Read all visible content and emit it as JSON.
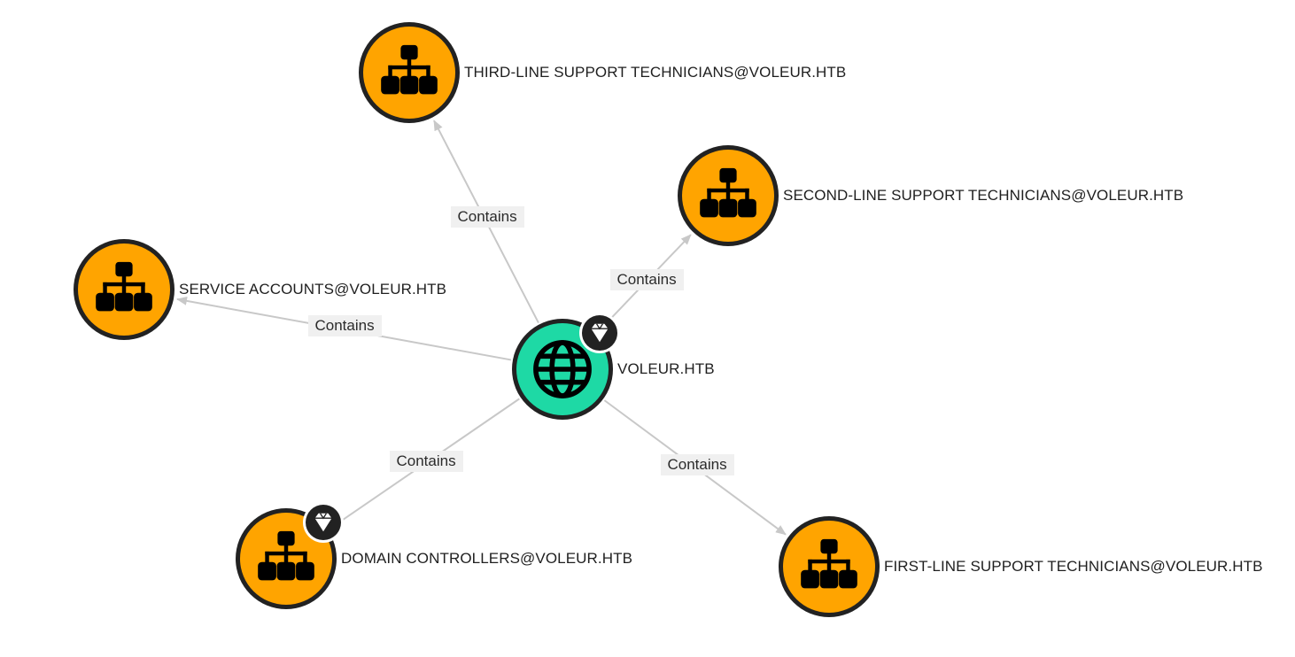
{
  "graph": {
    "colors": {
      "group_fill": "#FFA400",
      "domain_fill": "#1ED9A5",
      "node_border": "#222222",
      "edge": "#C8C8C8",
      "badge_fill": "#222222",
      "label_bg": "#F0F0F0"
    },
    "nodes": [
      {
        "id": "voleur",
        "label": "VOLEUR.HTB",
        "kind": "domain",
        "icon": "globe-icon",
        "badge": "gem-icon"
      },
      {
        "id": "third",
        "label": "THIRD-LINE SUPPORT TECHNICIANS@VOLEUR.HTB",
        "kind": "group",
        "icon": "group-icon"
      },
      {
        "id": "second",
        "label": "SECOND-LINE SUPPORT TECHNICIANS@VOLEUR.HTB",
        "kind": "group",
        "icon": "group-icon"
      },
      {
        "id": "service",
        "label": "SERVICE ACCOUNTS@VOLEUR.HTB",
        "kind": "group",
        "icon": "group-icon"
      },
      {
        "id": "dc",
        "label": "DOMAIN CONTROLLERS@VOLEUR.HTB",
        "kind": "group",
        "icon": "group-icon",
        "badge": "gem-icon"
      },
      {
        "id": "first",
        "label": "FIRST-LINE SUPPORT TECHNICIANS@VOLEUR.HTB",
        "kind": "group",
        "icon": "group-icon"
      }
    ],
    "edges": [
      {
        "from": "voleur",
        "to": "third",
        "label": "Contains"
      },
      {
        "from": "voleur",
        "to": "second",
        "label": "Contains"
      },
      {
        "from": "voleur",
        "to": "service",
        "label": "Contains"
      },
      {
        "from": "voleur",
        "to": "dc",
        "label": "Contains"
      },
      {
        "from": "voleur",
        "to": "first",
        "label": "Contains"
      }
    ]
  }
}
